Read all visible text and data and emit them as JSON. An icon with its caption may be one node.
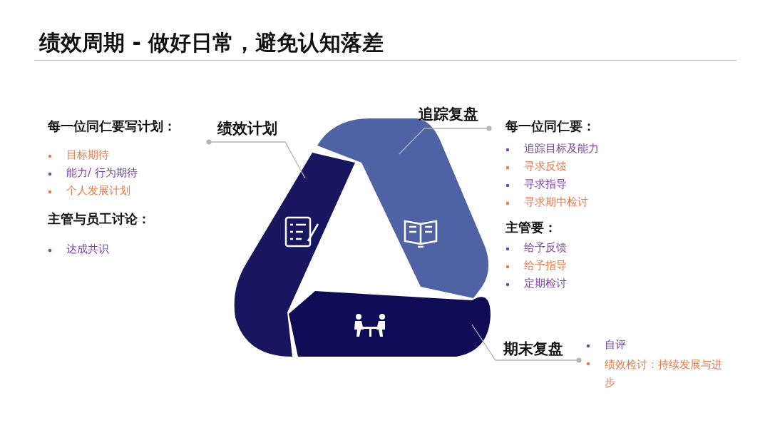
{
  "diagram": {
    "title": "绩效周期 - 做好日常，避免认知落差",
    "nodes": [
      {
        "text": [
          "绩效计划"
        ]
      },
      {
        "text": [],
        "shape": "band"
      },
      {
        "text": [
          "追踪复盘"
        ]
      },
      {
        "text": [],
        "shape": "band"
      },
      {
        "text": [
          "期末复盘"
        ]
      },
      {
        "text": [],
        "shape": "band"
      }
    ],
    "edges": [
      {
        "from": 0,
        "to": 1,
        "arrow": "other"
      },
      {
        "from": 2,
        "to": 3,
        "arrow": "other"
      },
      {
        "from": 4,
        "to": 5,
        "arrow": "other"
      }
    ],
    "labels": [
      "每一位同仁要写计划：",
      "目标期待",
      "能力/ 行为期待",
      "个人发展计划",
      "主管与员工讨论：",
      "达成共识",
      "每一位同仁要：",
      "追踪目标及能力",
      "寻求反馈",
      "寻求指导",
      "寻求期中检讨",
      "主管要：",
      "给予反馈",
      "给予指导",
      "定期检讨",
      "自评",
      "绩效检讨：持续发展与进步"
    ]
  }
}
